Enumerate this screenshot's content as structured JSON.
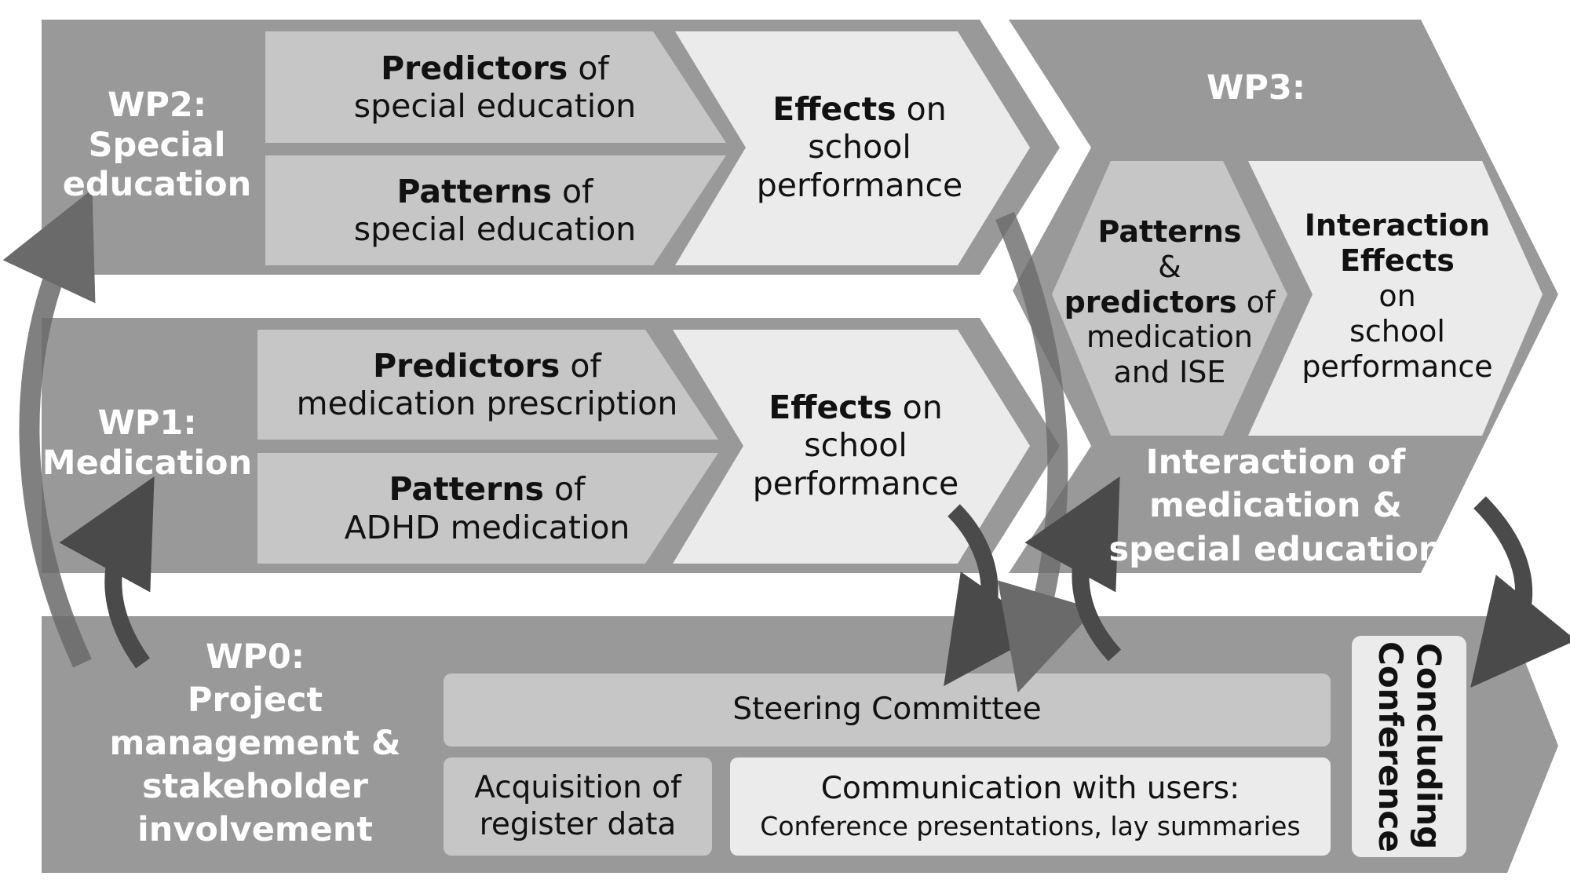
{
  "wp2": {
    "title_line1": "WP2:",
    "title_line2": "Special",
    "title_line3": "education",
    "box1_bold": "Predictors",
    "box1_rest": "of",
    "box1_line2": "special education",
    "box2_bold": "Patterns",
    "box2_rest": "of",
    "box2_line2": "special education",
    "effects_bold": "Effects",
    "effects_rest": "on",
    "effects_line2": "school",
    "effects_line3": "performance"
  },
  "wp1": {
    "title_line1": "WP1:",
    "title_line2": "Medication",
    "box1_bold": "Predictors",
    "box1_rest": "of",
    "box1_line2": "medication prescription",
    "box2_bold": "Patterns",
    "box2_rest": "of",
    "box2_line2": "ADHD medication",
    "effects_bold": "Effects",
    "effects_rest": "on",
    "effects_line2": "school",
    "effects_line3": "performance"
  },
  "wp3": {
    "title": "WP3:",
    "patterns_bold1": "Patterns",
    "patterns_amp": "&",
    "patterns_bold2": "predictors",
    "patterns_of": "of",
    "patterns_line4": "medication",
    "patterns_line5": "and ISE",
    "interaction_bold1": "Interaction",
    "interaction_bold2": "Effects",
    "interaction_line3": "on",
    "interaction_line4": "school",
    "interaction_line5": "performance",
    "footer_line1": "Interaction of",
    "footer_line2": "medication &",
    "footer_line3": "special education"
  },
  "wp0": {
    "title_line1": "WP0:",
    "title_line2": "Project",
    "title_line3": "management &",
    "title_line4": "stakeholder",
    "title_line5": "involvement",
    "steering": "Steering Committee",
    "acquisition_line1": "Acquisition of",
    "acquisition_line2": "register data",
    "communication_line1": "Communication with users:",
    "communication_line2": "Conference presentations, lay summaries",
    "concluding_line1": "Concluding",
    "concluding_line2": "Conference"
  },
  "colors": {
    "band": "#999999",
    "box_mid": "#c6c6c6",
    "box_light": "#ebebeb",
    "arrow": "#4a4a4a"
  }
}
